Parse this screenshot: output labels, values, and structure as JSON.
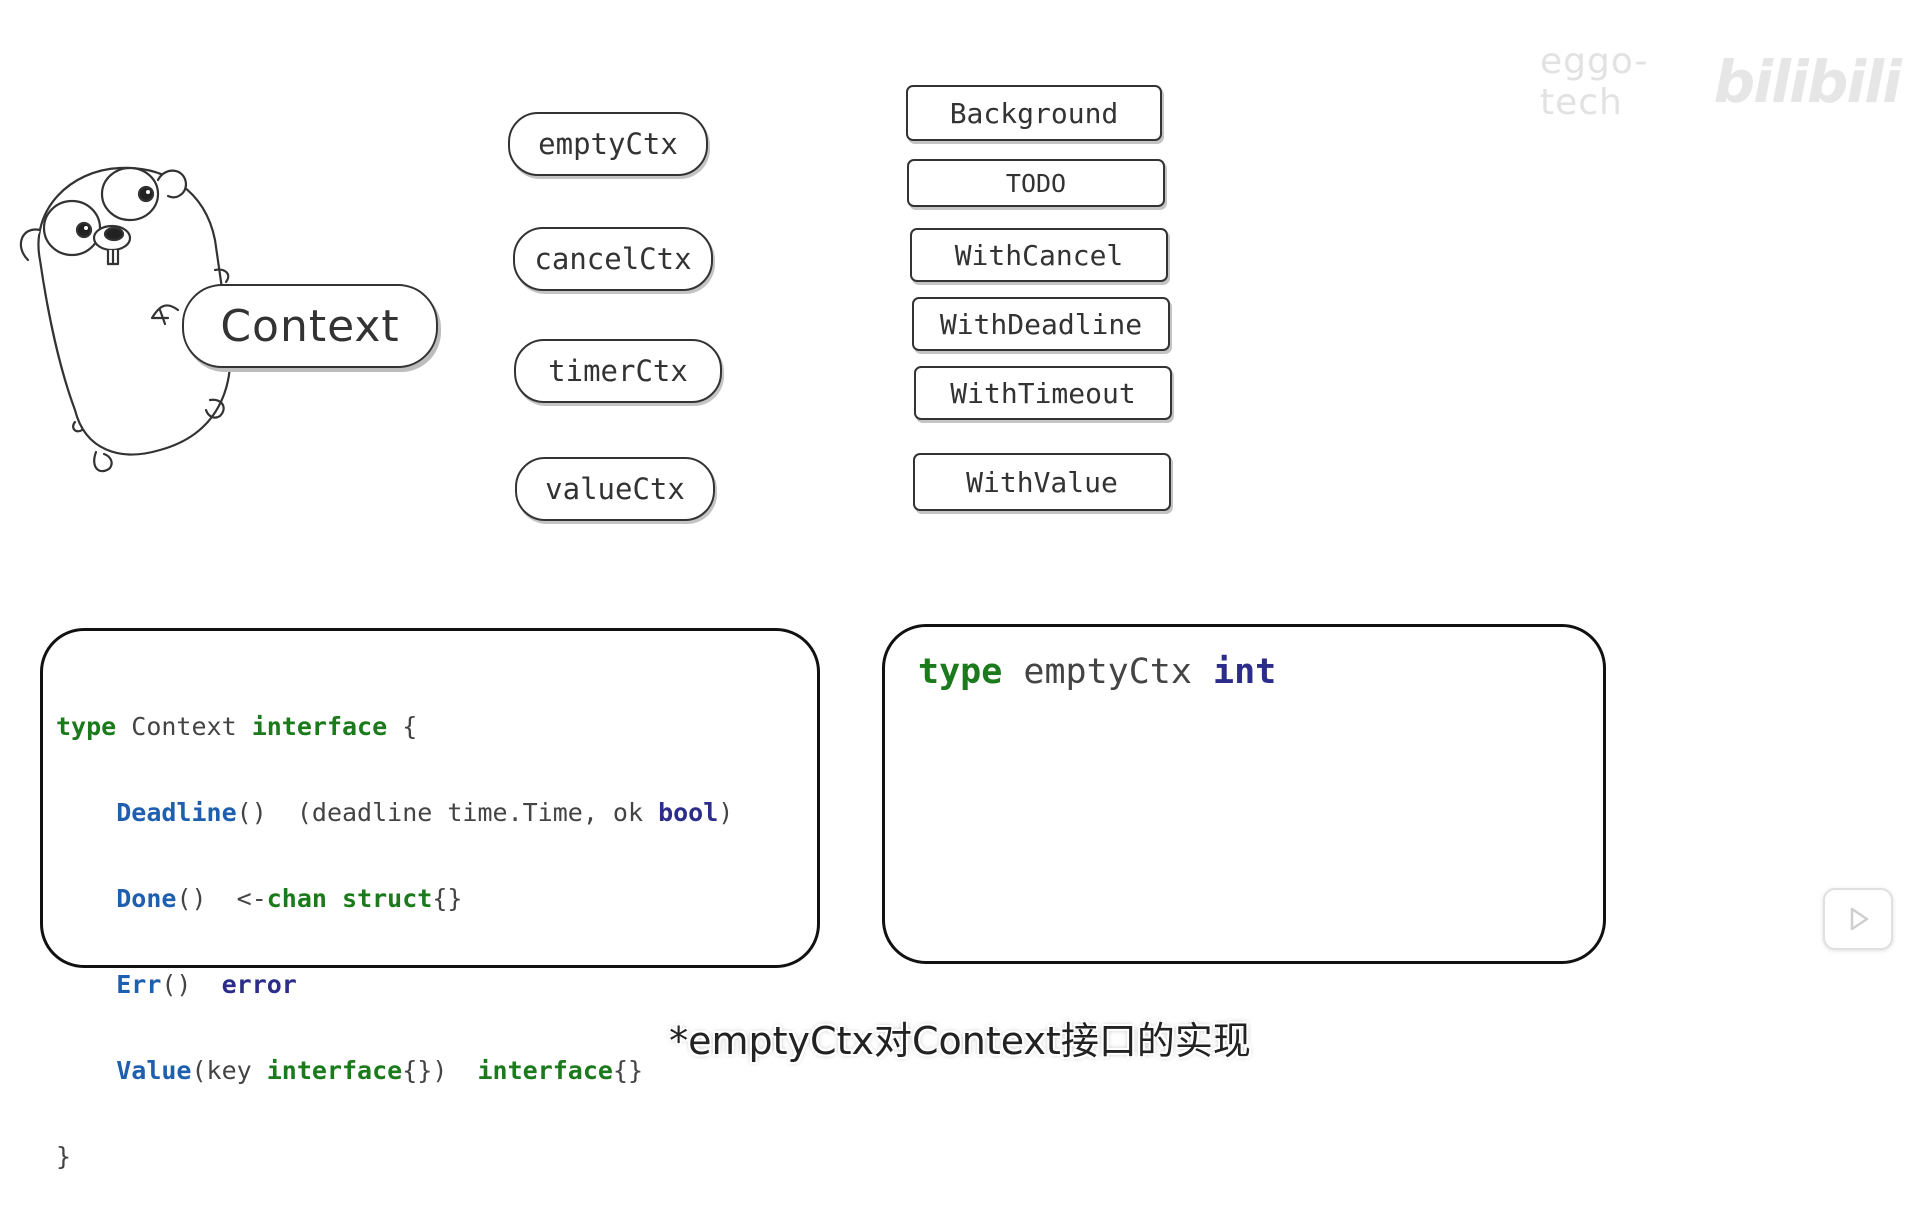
{
  "watermark": {
    "text": "eggo-tech",
    "logo": "bilibili"
  },
  "context_label": "Context",
  "ctx_types": [
    "emptyCtx",
    "cancelCtx",
    "timerCtx",
    "valueCtx"
  ],
  "functions": [
    "Background",
    "TODO",
    "WithCancel",
    "WithDeadline",
    "WithTimeout",
    "WithValue"
  ],
  "code_left": {
    "l1": {
      "kw_type": "type",
      "name": "Context",
      "kw_interface": "interface",
      "brace": "{"
    },
    "l2": {
      "fn": "Deadline",
      "sig": "()  (deadline time.Time, ok ",
      "ty": "bool",
      "close": ")"
    },
    "l3": {
      "fn": "Done",
      "sig": "()  <-",
      "kw_chan": "chan",
      "kw_struct": "struct",
      "tail": "{}"
    },
    "l4": {
      "fn": "Err",
      "sig": "()  ",
      "ty": "error"
    },
    "l5": {
      "fn": "Value",
      "sig": "(key ",
      "kw_iface1": "interface",
      "mid": "{})  ",
      "kw_iface2": "interface",
      "tail": "{}"
    },
    "l6": "}"
  },
  "code_right": {
    "kw_type": "type",
    "name": "emptyCtx",
    "ty": "int"
  },
  "subtitle": "*emptyCtx对Context接口的实现",
  "play_button": {
    "icon": "play-icon"
  }
}
